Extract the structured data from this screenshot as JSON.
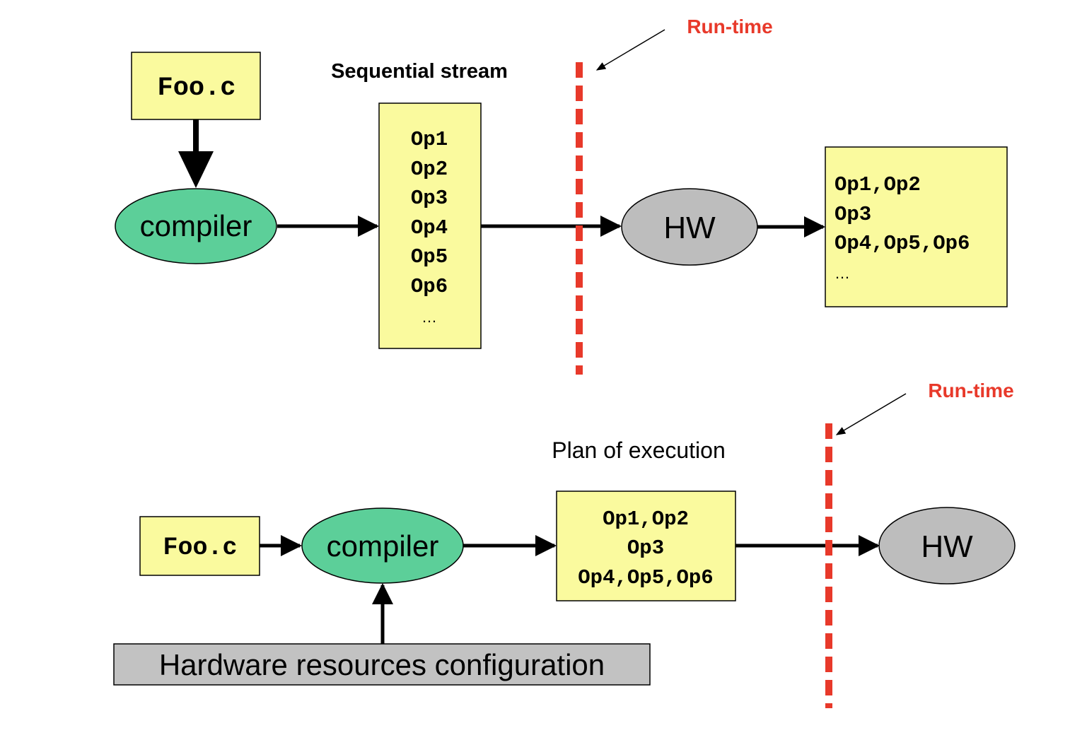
{
  "colors": {
    "box_fill": "#fafa9e",
    "compiler_fill": "#5ccf99",
    "hw_fill": "#bdbdbd",
    "config_fill": "#c2c2c2",
    "runtime": "#e8392a",
    "stroke": "#000000"
  },
  "top": {
    "source": "Foo.c",
    "compiler": "compiler",
    "stream_title": "Sequential stream",
    "stream_ops": [
      "Op1",
      "Op2",
      "Op3",
      "Op4",
      "Op5",
      "Op6",
      "…"
    ],
    "runtime": "Run-time",
    "hw": "HW",
    "output_ops": [
      "Op1,Op2",
      "Op3",
      "Op4,Op5,Op6",
      "…"
    ]
  },
  "bottom": {
    "source": "Foo.c",
    "compiler": "compiler",
    "plan_title": "Plan of execution",
    "plan_ops": [
      "Op1,Op2",
      "Op3",
      "Op4,Op5,Op6"
    ],
    "runtime": "Run-time",
    "hw": "HW",
    "config": "Hardware resources configuration"
  }
}
